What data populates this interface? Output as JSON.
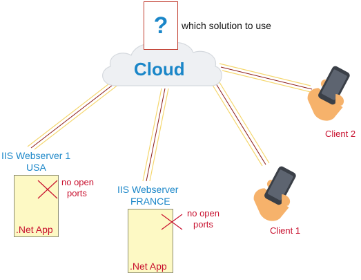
{
  "question": {
    "mark": "?",
    "caption": "which solution to use"
  },
  "cloud": {
    "label": "Cloud"
  },
  "servers": [
    {
      "title_line1": "IIS Webserver 1",
      "title_line2": "USA",
      "app": ".Net App",
      "note_line1": "no open",
      "note_line2": "ports"
    },
    {
      "title_line1": "IIS Webserver",
      "title_line2": "FRANCE",
      "app": ".Net App",
      "note_line1": "no open",
      "note_line2": "ports"
    }
  ],
  "clients": [
    {
      "label": "Client 1"
    },
    {
      "label": "Client 2"
    }
  ],
  "colors": {
    "accent_blue": "#1a86c8",
    "label_red": "#c8102e",
    "link_dark_red": "#8b1a1a",
    "link_yellow": "#f5d76e",
    "server_fill": "#fdf9c4",
    "cloud_fill": "#eef0f3",
    "hand_skin": "#f6b26b",
    "phone_body": "#3a3f47"
  },
  "icons": [
    "question-icon",
    "cloud-icon",
    "phone-in-hand-icon",
    "cross-mark-icon"
  ]
}
